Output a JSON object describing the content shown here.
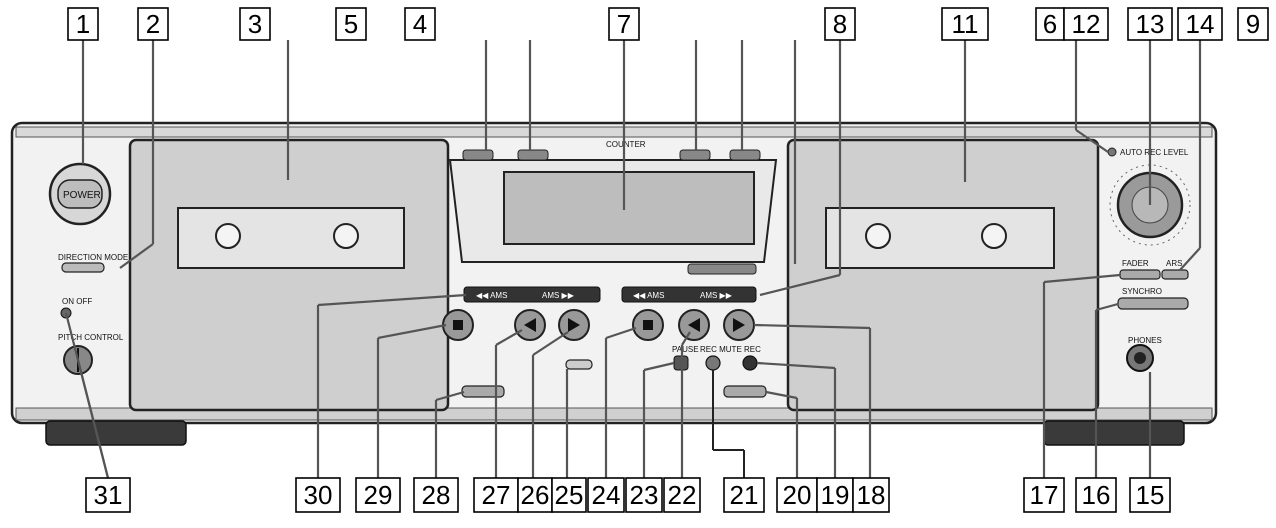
{
  "callouts": {
    "top": [
      "1",
      "2",
      "3",
      "5",
      "4",
      "7",
      "8",
      "11",
      "6",
      "12",
      "13",
      "14",
      "9"
    ],
    "bottom": [
      "31",
      "30",
      "29",
      "28",
      "27",
      "26",
      "25",
      "24",
      "23",
      "22",
      "21",
      "20",
      "19",
      "18",
      "17",
      "16",
      "15"
    ]
  },
  "panel_labels": {
    "power": "POWER",
    "pitch_control": "PITCH CONTROL",
    "on_off": "ON    OFF",
    "direction_mode": "DIRECTION MODE",
    "counter": "COUNTER",
    "ams_left_a": "◀◀ AMS",
    "ams_left_b": "AMS ▶▶",
    "ams_right_a": "◀◀ AMS",
    "ams_right_b": "AMS ▶▶",
    "auto_rec_level": "AUTO REC LEVEL",
    "fader": "FADER",
    "ars": "ARS",
    "synchro": "SYNCHRO",
    "phones": "PHONES",
    "pause": "PAUSE",
    "rec_mute": "REC MUTE",
    "rec": "REC"
  }
}
